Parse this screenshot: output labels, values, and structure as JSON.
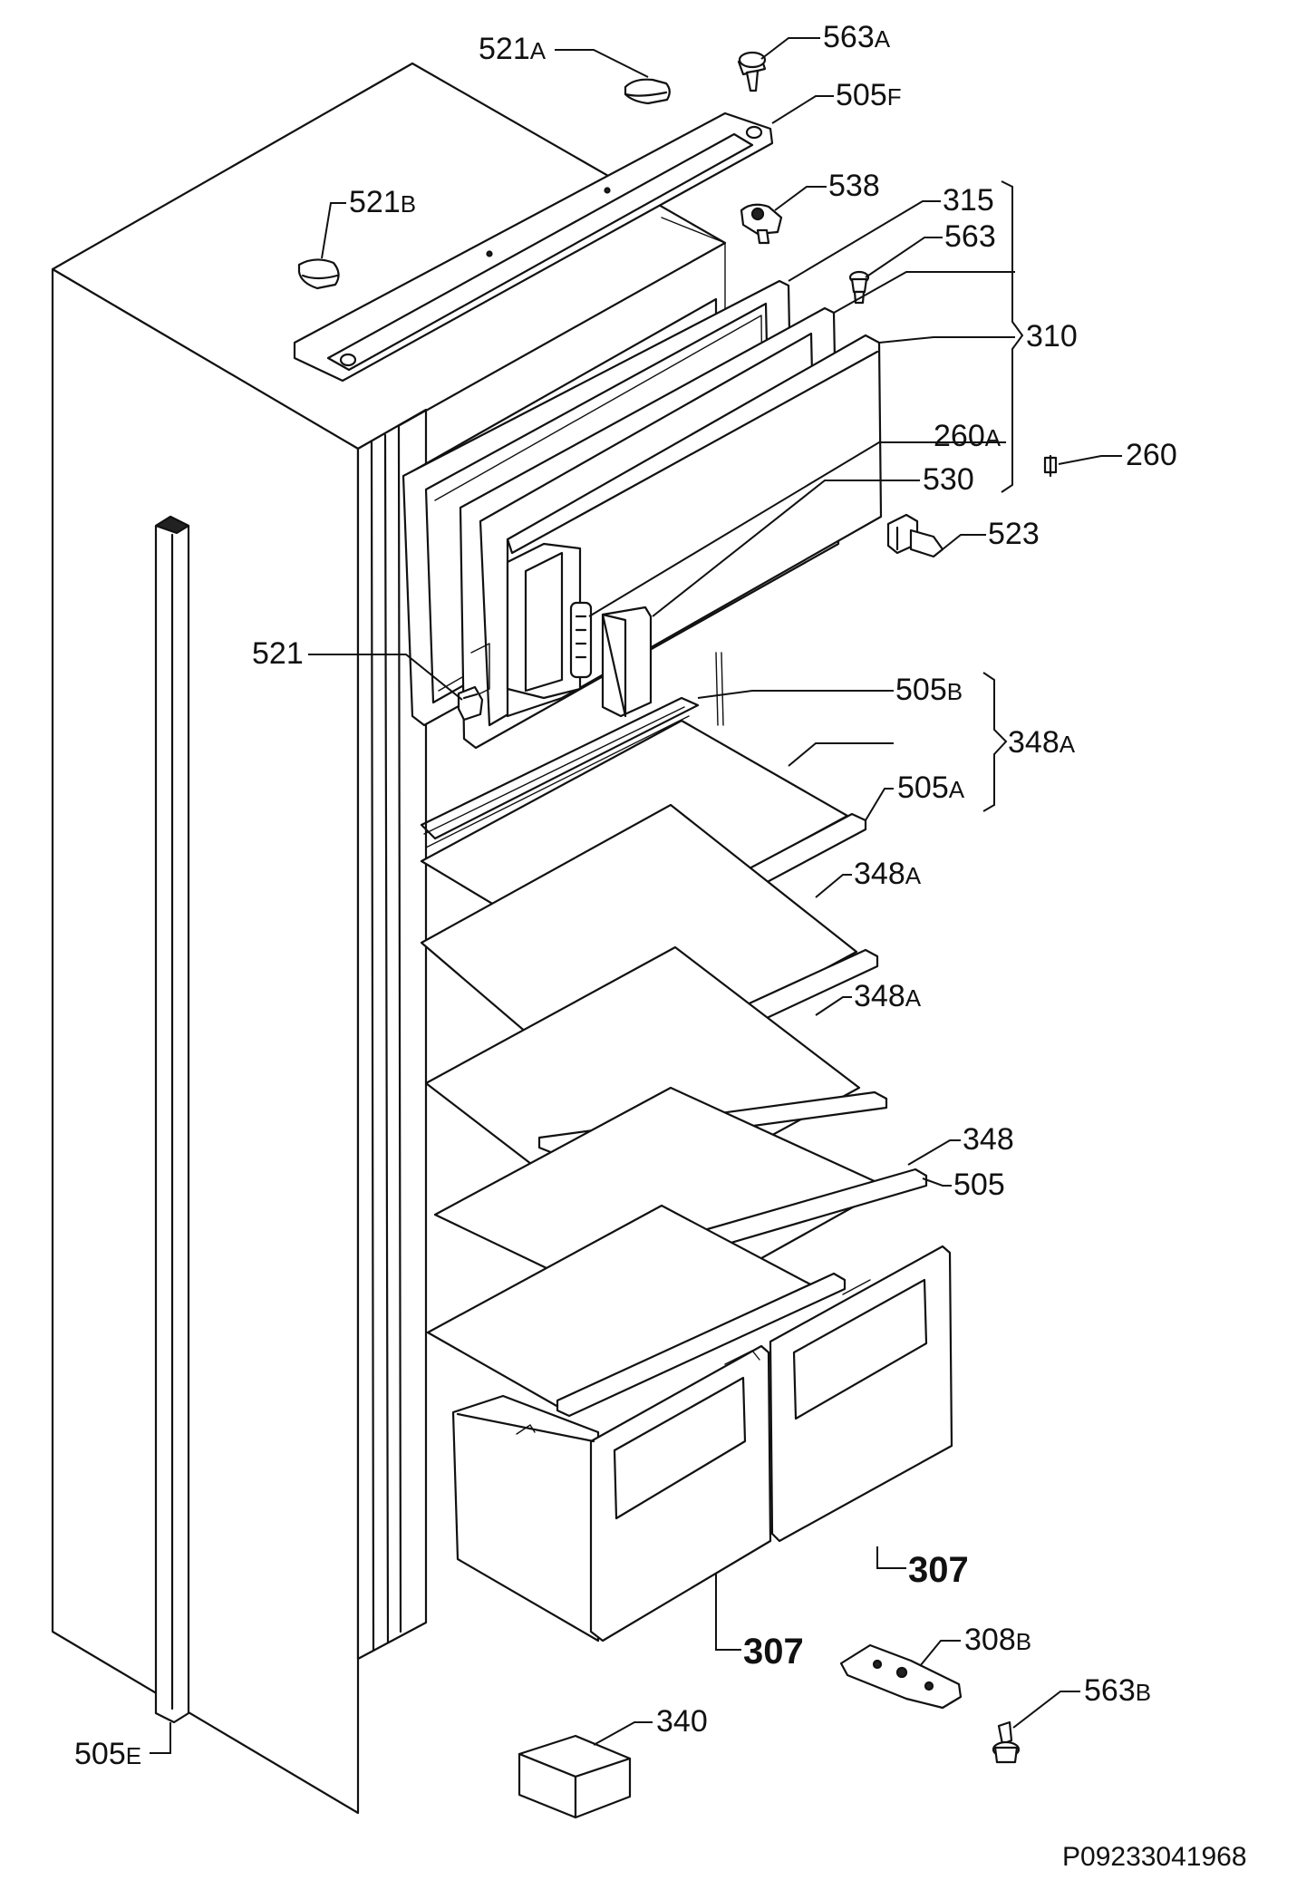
{
  "callouts": [
    {
      "id": "c521A",
      "num": "521",
      "suf": "A"
    },
    {
      "id": "c563A",
      "num": "563",
      "suf": "A"
    },
    {
      "id": "c505F",
      "num": "505",
      "suf": "F"
    },
    {
      "id": "c521B",
      "num": "521",
      "suf": "B"
    },
    {
      "id": "c538",
      "num": "538",
      "suf": ""
    },
    {
      "id": "c315",
      "num": "315",
      "suf": ""
    },
    {
      "id": "c563",
      "num": "563",
      "suf": ""
    },
    {
      "id": "c310",
      "num": "310",
      "suf": ""
    },
    {
      "id": "c260A",
      "num": "260",
      "suf": "A"
    },
    {
      "id": "c260",
      "num": "260",
      "suf": ""
    },
    {
      "id": "c530",
      "num": "530",
      "suf": ""
    },
    {
      "id": "c523",
      "num": "523",
      "suf": ""
    },
    {
      "id": "c521",
      "num": "521",
      "suf": ""
    },
    {
      "id": "c505B",
      "num": "505",
      "suf": "B"
    },
    {
      "id": "c348A_group",
      "num": "348",
      "suf": "A"
    },
    {
      "id": "c505A",
      "num": "505",
      "suf": "A"
    },
    {
      "id": "c348A_2",
      "num": "348",
      "suf": "A"
    },
    {
      "id": "c348A_3",
      "num": "348",
      "suf": "A"
    },
    {
      "id": "c348",
      "num": "348",
      "suf": ""
    },
    {
      "id": "c505",
      "num": "505",
      "suf": ""
    },
    {
      "id": "c307_right",
      "num": "307",
      "suf": ""
    },
    {
      "id": "c307_left",
      "num": "307",
      "suf": ""
    },
    {
      "id": "c308B",
      "num": "308",
      "suf": "B"
    },
    {
      "id": "c563B",
      "num": "563",
      "suf": "B"
    },
    {
      "id": "c340",
      "num": "340",
      "suf": ""
    },
    {
      "id": "c505E",
      "num": "505",
      "suf": "E"
    }
  ],
  "drawing_ref": "P09233041968"
}
